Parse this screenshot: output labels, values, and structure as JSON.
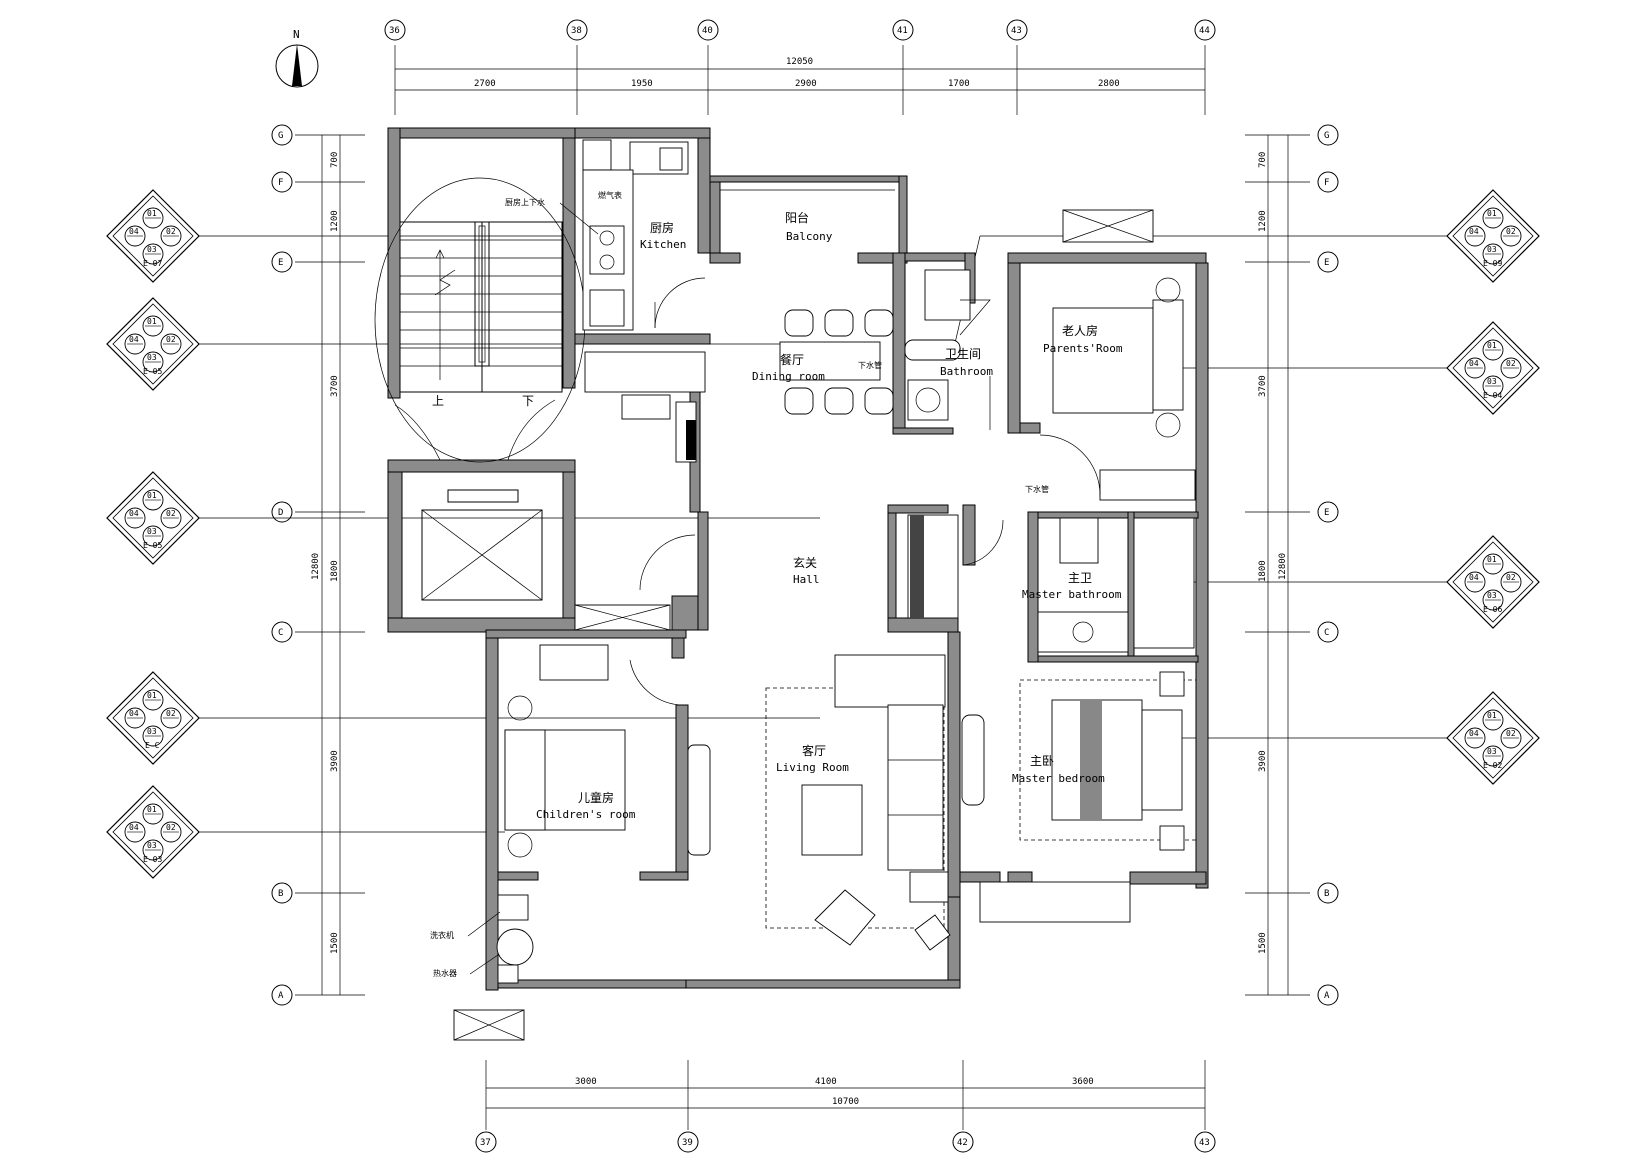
{
  "compass": {
    "north_label": "N"
  },
  "top_axes": [
    "36",
    "38",
    "40",
    "41",
    "43",
    "44"
  ],
  "bottom_axes": [
    "37",
    "39",
    "42",
    "43"
  ],
  "left_axes": [
    "G",
    "F",
    "E",
    "D",
    "C",
    "B",
    "A"
  ],
  "right_axes": [
    "G",
    "F",
    "E",
    "E",
    "C",
    "B",
    "A"
  ],
  "top_dimensions": {
    "overall": "12050",
    "segments": [
      "2700",
      "1950",
      "2900",
      "1700",
      "2800"
    ]
  },
  "bottom_dimensions": {
    "overall": "10700",
    "segments": [
      "3000",
      "4100",
      "3600"
    ]
  },
  "left_dimensions": {
    "overall": "12800",
    "segments": [
      "700",
      "1200",
      "3700",
      "1800",
      "3900",
      "1500"
    ]
  },
  "right_dimensions": {
    "overall": "12800",
    "segments": [
      "700",
      "1200",
      "3700",
      "1800",
      "3900",
      "1500"
    ]
  },
  "rooms": {
    "kitchen": {
      "cn": "厨房",
      "en": "Kitchen"
    },
    "balcony": {
      "cn": "阳台",
      "en": "Balcony"
    },
    "dining": {
      "cn": "餐厅",
      "en": "Dining room"
    },
    "bathroom": {
      "cn": "卫生间",
      "en": "Bathroom"
    },
    "parents": {
      "cn": "老人房",
      "en": "Parents'Room"
    },
    "hall": {
      "cn": "玄关",
      "en": "Hall"
    },
    "master_bath": {
      "cn": "主卫",
      "en": "Master bathroom"
    },
    "living": {
      "cn": "客厅",
      "en": "Living Room"
    },
    "master_bed": {
      "cn": "主卧",
      "en": "Master bedroom"
    },
    "children": {
      "cn": "儿童房",
      "en": "Children's room"
    }
  },
  "stairs": {
    "up": "上",
    "down": "下"
  },
  "notes": {
    "kitchen_pipe": "厨房上下水",
    "gas": "燃气表",
    "dining_pipe": "下水管",
    "master_pipe": "下水管",
    "washer": "洗衣机",
    "water_heater": "热水器"
  },
  "elevation_symbols": {
    "left": [
      [
        "01",
        "02",
        "03",
        "04",
        "E-07"
      ],
      [
        "01",
        "02",
        "03",
        "04",
        "E-05"
      ],
      [
        "01",
        "02",
        "03",
        "04",
        "E-05"
      ],
      [
        "01",
        "02",
        "03",
        "04",
        "E-C"
      ],
      [
        "01",
        "02",
        "03",
        "04",
        "E-03"
      ]
    ],
    "right": [
      [
        "01",
        "02",
        "03",
        "04",
        "E-09"
      ],
      [
        "01",
        "02",
        "03",
        "04",
        "E-04"
      ],
      [
        "01",
        "02",
        "03",
        "04",
        "E-06"
      ],
      [
        "01",
        "02",
        "03",
        "04",
        "E-02"
      ]
    ]
  }
}
